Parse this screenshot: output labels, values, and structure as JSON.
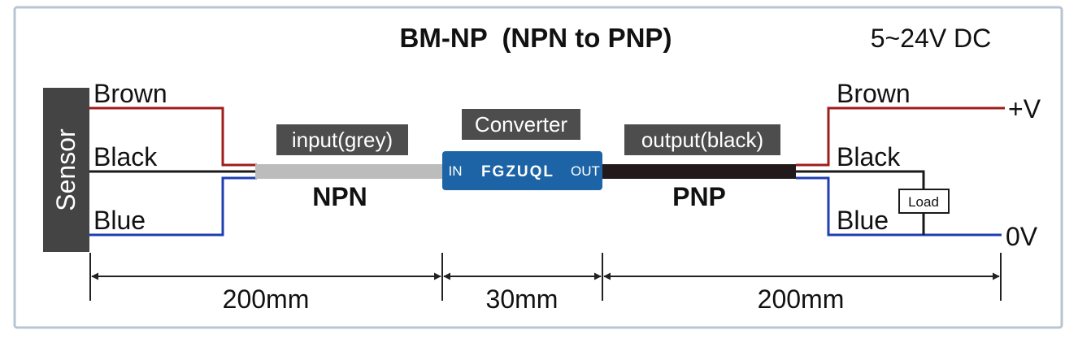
{
  "title": "BM-NP  (NPN to PNP)",
  "voltage": "5~24V DC",
  "sensor_label": "Sensor",
  "left_wires": {
    "brown": "Brown",
    "black": "Black",
    "blue": "Blue"
  },
  "right_wires": {
    "brown": "Brown",
    "black": "Black",
    "blue": "Blue"
  },
  "input_tag": "input(grey)",
  "input_type": "NPN",
  "converter_tag": "Converter",
  "converter": {
    "in": "IN",
    "brand": "FGZUQL",
    "out": "OUT"
  },
  "output_tag": "output(black)",
  "output_type": "PNP",
  "load_label": "Load",
  "supply": {
    "positive": "+V",
    "zero": "0V"
  },
  "dimensions": {
    "left": "200mm",
    "middle": "30mm",
    "right": "200mm"
  },
  "colors": {
    "brown_wire": "#a01c1c",
    "black_wire": "#1a1a1a",
    "blue_wire": "#1f3fb0",
    "grey_cable": "#bcbcbc",
    "black_cable": "#221a1a",
    "converter_body": "#1d64a6",
    "tag_background": "#4d4d4d",
    "sensor_body": "#444444",
    "frame_border": "#b8c4d0"
  }
}
